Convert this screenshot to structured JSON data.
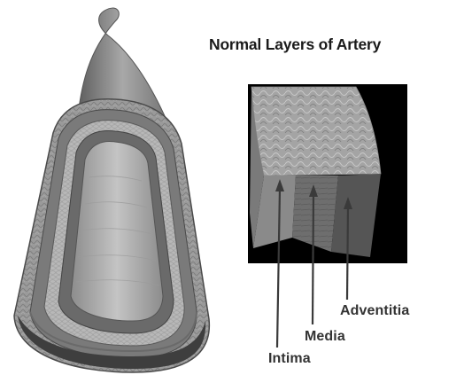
{
  "diagram": {
    "title": "Normal Layers of Artery",
    "labels": {
      "adventitia": "Adventitia",
      "media": "Media",
      "intima": "Intima"
    }
  },
  "colors": {
    "background": "#ffffff",
    "panel_background": "#000000",
    "tissue_light": "#b5b5b5",
    "tissue_mid": "#8a8a8a",
    "tissue_dark": "#5a5a5a",
    "label_text": "#333333",
    "pointer_line": "#3a3a3a"
  }
}
